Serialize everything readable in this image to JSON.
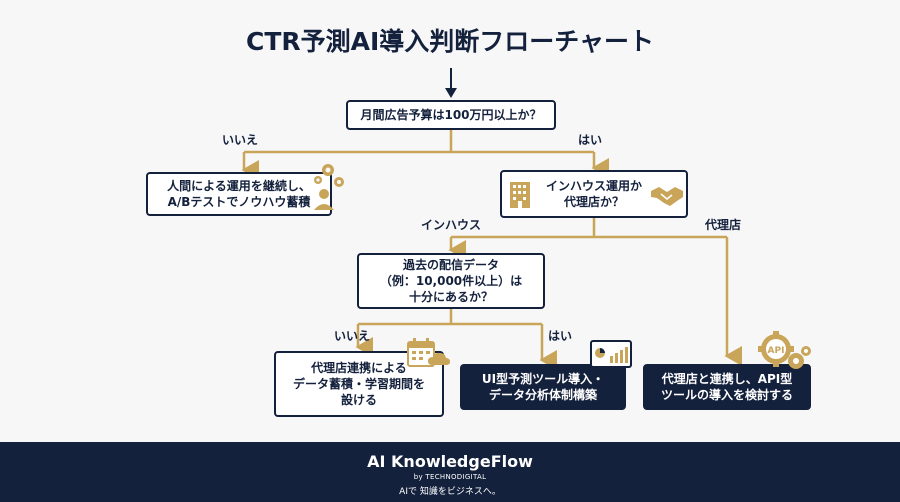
{
  "title": "CTR予測AI導入判断フローチャート",
  "colors": {
    "navy": "#14213d",
    "gold": "#c9a55a",
    "background": "#f7f7f8"
  },
  "nodes": {
    "q1": "月間広告予算は100万円以上か？",
    "r_no1": "人間による運用を継続し、\nA/Bテストでノウハウ蓄積",
    "q2": "インハウス運用か\n代理店か？",
    "q3": "過去の配信データ\n（例：10,000件以上）は\n十分にあるか？",
    "r_agency_data": "代理店連携による\nデータ蓄積・学習期間を\n設ける",
    "r_ui_tool": "UI型予測ツール導入・\nデータ分析体制構築",
    "r_api": "代理店と連携し、API型\nツールの導入を検討する"
  },
  "edge_labels": {
    "q1_no": "いいえ",
    "q1_yes": "はい",
    "q2_inhouse": "インハウス",
    "q2_agency": "代理店",
    "q3_no": "いいえ",
    "q3_yes": "はい"
  },
  "icons": {
    "person_gears": "person-gears-icon",
    "building": "building-icon",
    "handshake": "handshake-icon",
    "calendar_cloud": "calendar-cloud-icon",
    "dashboard": "dashboard-monitor-icon",
    "api_gears": "api-gears-icon",
    "api_text": "API"
  },
  "footer": {
    "brand": "AI KnowledgeFlow",
    "by": "by TECHNODIGITAL",
    "tagline": "AIで 知識をビジネスへ。"
  }
}
